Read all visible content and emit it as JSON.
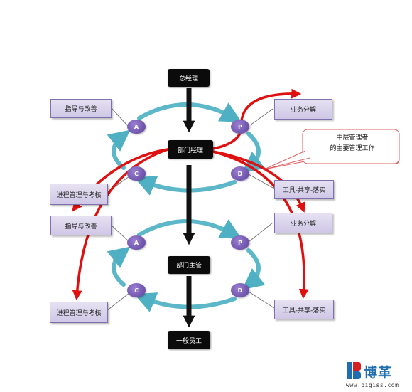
{
  "hierarchy": {
    "general_manager": "总经理",
    "department_manager": "部门经理",
    "department_supervisor": "部门主管",
    "general_staff": "一般员工"
  },
  "pdca": {
    "a": "A",
    "p": "P",
    "c": "C",
    "d": "D"
  },
  "upper_cycle": {
    "guide_improve": "指导与改善",
    "task_breakdown": "业务分解",
    "progress_assessment": "进程管理与考核",
    "tools_share_implement": "工具-共享-落实"
  },
  "lower_cycle": {
    "guide_improve": "指导与改善",
    "task_breakdown": "业务分解",
    "progress_assessment": "进程管理与考核",
    "tools_share_implement": "工具-共享-落实"
  },
  "callout": {
    "line1": "中层管理者",
    "line2": "的主要管理工作"
  },
  "logo": {
    "name": "博革",
    "url": "www.bigiss.com"
  },
  "colors": {
    "black_box": "#0b0b0b",
    "lavender_box": "#d9d2ec",
    "pdca_circle": "#6a4fb0",
    "cycle_arrow": "#5cb8c9",
    "red_arrow": "#e01010",
    "logo_blue": "#1f6fb0",
    "logo_red": "#d42020"
  }
}
